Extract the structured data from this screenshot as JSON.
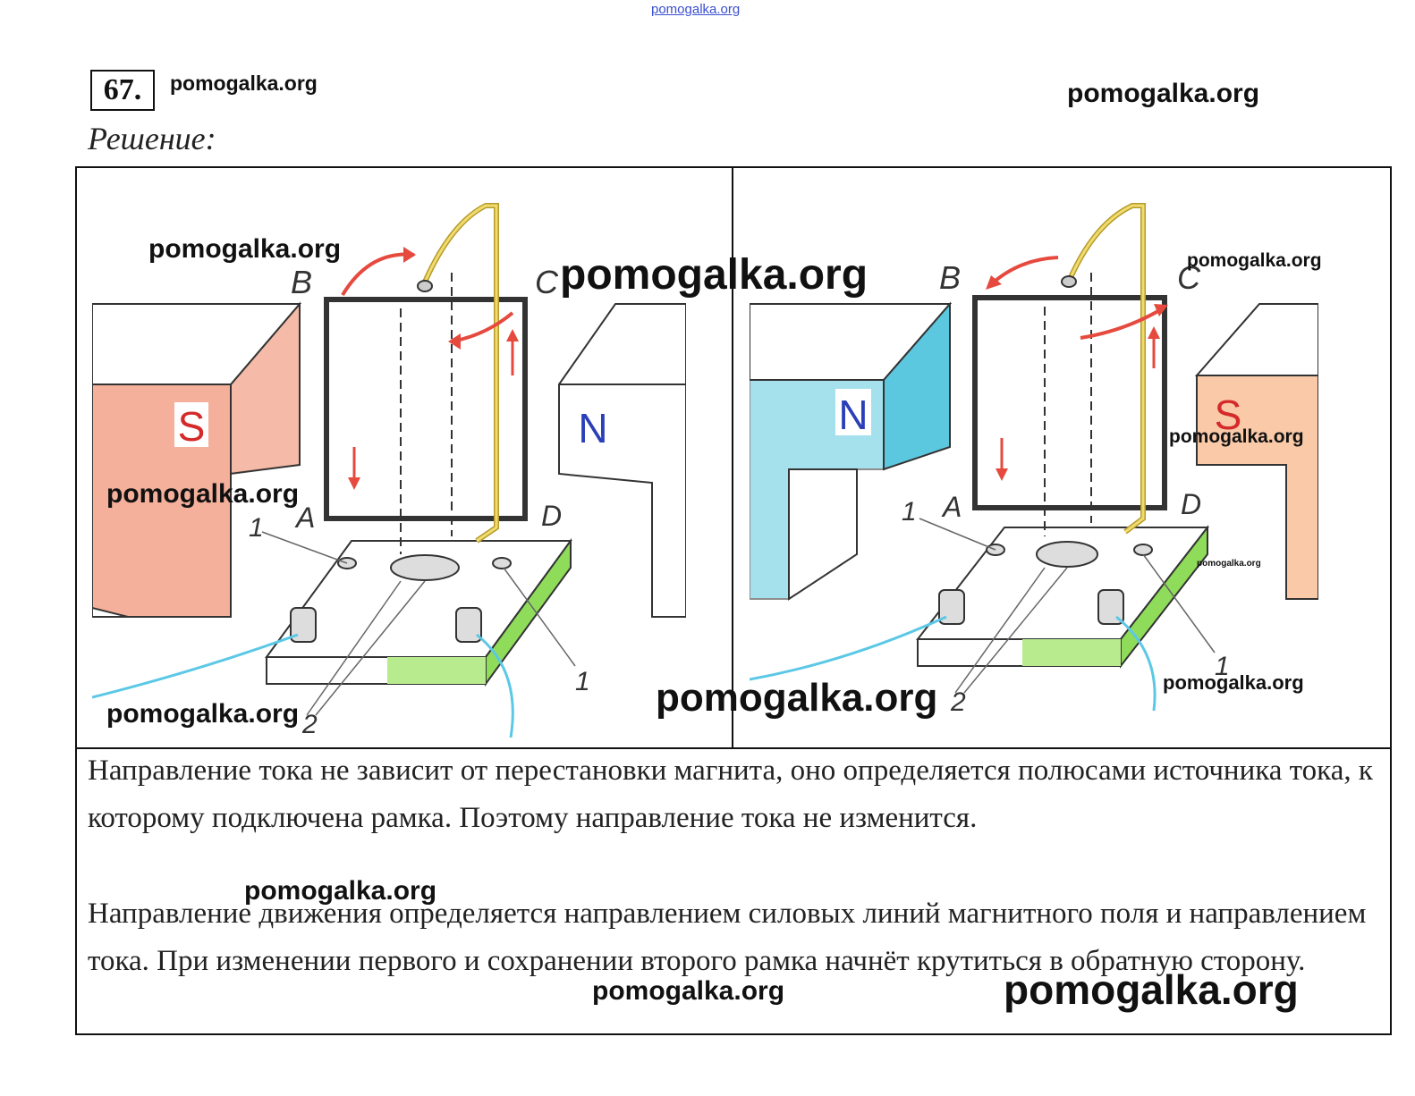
{
  "page": {
    "top_watermark": "pomogalka.org",
    "problem_number": "67.",
    "heading": "Решение:"
  },
  "watermarks": [
    "pomogalka.org"
  ],
  "figures": {
    "left": {
      "corner_labels": {
        "b": "B",
        "c": "C",
        "a": "A",
        "d": "D"
      },
      "pole_left": "S",
      "pole_right": "N",
      "callouts": {
        "one": "1",
        "two": "2"
      },
      "colors": {
        "pole_left": "#f4b09a",
        "pole_right": "#ffffff",
        "pole_label_s": "#d42a2a",
        "pole_label_n": "#2a3fb8"
      }
    },
    "right": {
      "corner_labels": {
        "b": "B",
        "c": "C",
        "a": "A",
        "d": "D"
      },
      "pole_left": "N",
      "pole_right": "S",
      "callouts": {
        "one": "1",
        "two": "2"
      },
      "colors": {
        "pole_left": "#5cc8e0",
        "pole_right": "#f9c9a8",
        "pole_label_s": "#d42a2a",
        "pole_label_n": "#2a3fb8"
      }
    }
  },
  "answer": {
    "paragraph1": "Направление тока не зависит от перестановки магнита, оно определяется полюсами источника тока, к которому подключена рамка. Поэтому направление тока не изменится.",
    "paragraph2": "Направление движения определяется направлением силовых линий магнитного поля и направлением тока. При изменении первого и сохранении второго рамка начнёт крутиться в обратную сторону."
  }
}
